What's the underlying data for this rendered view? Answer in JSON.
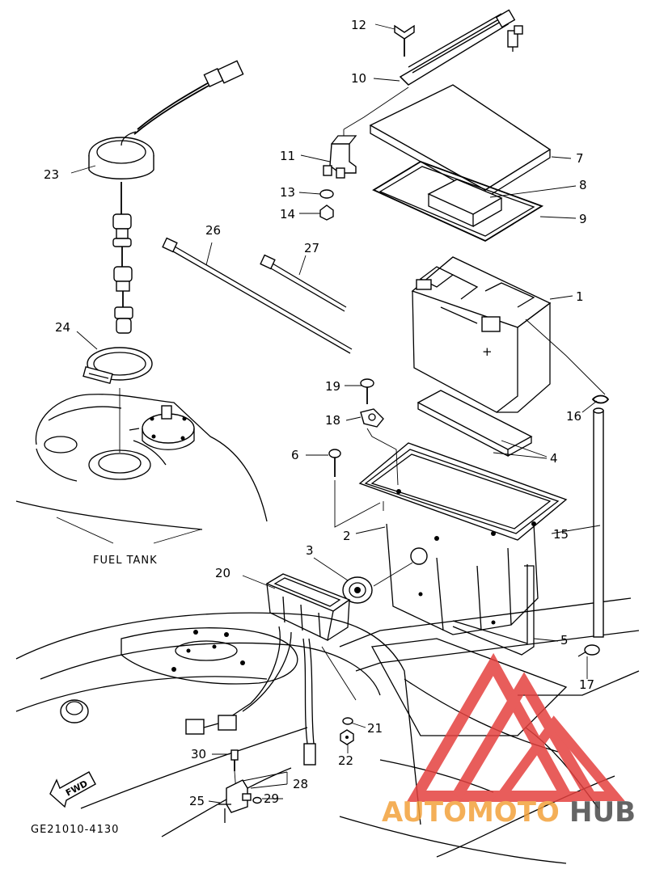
{
  "diagram": {
    "callouts": [
      "1",
      "2",
      "3",
      "4",
      "5",
      "6",
      "7",
      "8",
      "9",
      "10",
      "11",
      "12",
      "13",
      "14",
      "15",
      "16",
      "17",
      "18",
      "19",
      "20",
      "21",
      "22",
      "23",
      "24",
      "25",
      "26",
      "27",
      "28",
      "29",
      "30"
    ],
    "fuel_tank_label": "FUEL TANK",
    "fwd_label": "FWD",
    "figure_code": "GE21010-4130"
  },
  "watermark": {
    "text_a": "AUTOMOTO",
    "text_b": "HUB",
    "color_red": "#e4413f",
    "color_orange": "#f3a23b",
    "color_gray": "#4a4a4a"
  }
}
